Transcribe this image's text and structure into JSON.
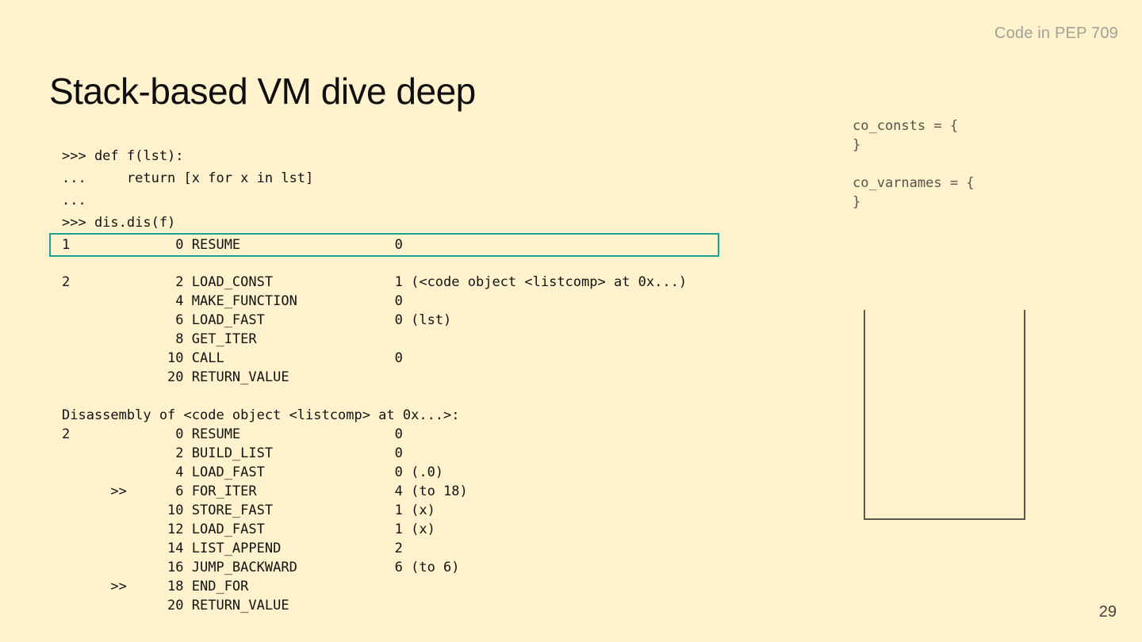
{
  "slide": {
    "header_label": "Code in PEP 709",
    "title": "Stack-based VM dive deep",
    "page_number": "29"
  },
  "code": {
    "prompt_lines": [
      ">>> def f(lst):",
      "...     return [x for x in lst]",
      "...",
      ">>> dis.dis(f)",
      "1             0 RESUME                   0"
    ],
    "highlighted_line": "1             0 RESUME                   0",
    "dis_lines": [
      "2             2 LOAD_CONST               1 (<code object <listcomp> at 0x...)",
      "              4 MAKE_FUNCTION            0",
      "              6 LOAD_FAST                0 (lst)",
      "              8 GET_ITER",
      "             10 CALL                     0",
      "             20 RETURN_VALUE",
      "",
      "Disassembly of <code object <listcomp> at 0x...>:",
      "2             0 RESUME                   0",
      "              2 BUILD_LIST               0",
      "              4 LOAD_FAST                0 (.0)",
      "      >>      6 FOR_ITER                 4 (to 18)",
      "             10 STORE_FAST               1 (x)",
      "             12 LOAD_FAST                1 (x)",
      "             14 LIST_APPEND              2",
      "             16 JUMP_BACKWARD            6 (to 6)",
      "      >>     18 END_FOR",
      "             20 RETURN_VALUE"
    ]
  },
  "side_panel": {
    "lines": [
      "co_consts = {",
      "}",
      "",
      "co_varnames = {",
      "}"
    ]
  },
  "colors": {
    "background": "#fff2cc",
    "highlight_border": "#1ba094",
    "code_text": "#121212",
    "muted_header_text": "#a3a196",
    "side_panel_text": "#55534b",
    "stack_border": "#5b574b"
  }
}
